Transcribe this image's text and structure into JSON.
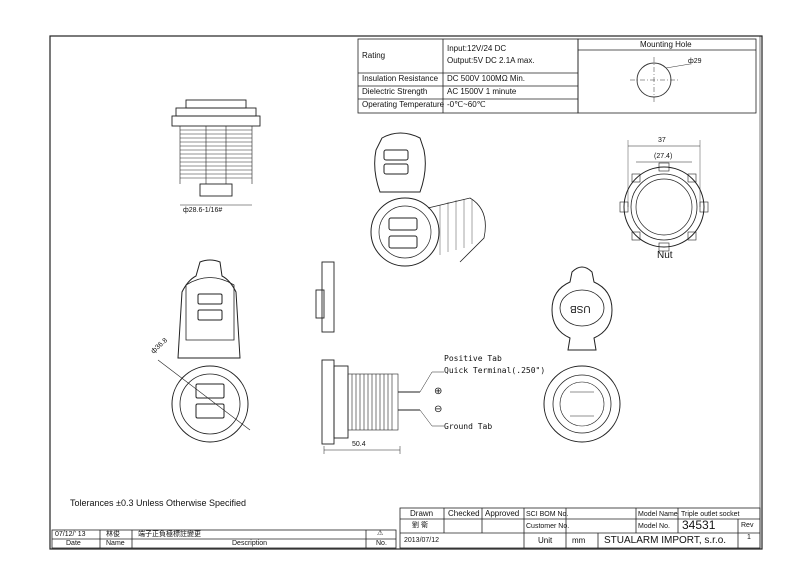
{
  "spec_table": {
    "rows": [
      {
        "name": "Rating",
        "value_line1": "Input:12V/24 DC",
        "value_line2": "Output:5V DC 2.1A max."
      },
      {
        "name": "Insulation Resistance",
        "value": "DC 500V 100MΩ Min."
      },
      {
        "name": "Dielectric Strength",
        "value": "AC 1500V 1 minute"
      },
      {
        "name": "Operating Temperature",
        "value": "-0℃~60℃"
      }
    ]
  },
  "mounting_hole": {
    "title": "Mounting Hole",
    "diameter_label": "ф29"
  },
  "nut": {
    "label": "Nut",
    "outer_dim": "37",
    "inner_dim": "(27.4)"
  },
  "side_view": {
    "thread_label": "ф28.6-1/16#"
  },
  "front_view": {
    "diameter_label": "ф36.8"
  },
  "section_view": {
    "length_label": "50.4",
    "positive_tab": "Positive Tab",
    "quick_terminal": "Quick Terminal(.250\")",
    "ground_tab": "Ground Tab",
    "plus_symbol": "⊕",
    "minus_symbol": "⊖"
  },
  "cap_view": {
    "cap_text": "USB"
  },
  "tolerances": "Tolerances ±0.3 Unless Otherwise Specified",
  "revision_block": {
    "date": "07/12/' 13",
    "name": "林俊",
    "description": "端子正負極標註變更",
    "no_symbol": "⚠",
    "headers": {
      "date": "Date",
      "name": "Name",
      "description": "Description",
      "no": "No."
    }
  },
  "title_block": {
    "drawn": "Drawn",
    "checked": "Checked",
    "approved": "Approved",
    "drawn_by": "劉 衛",
    "drawn_date": "2013/07/12",
    "sci_bom_no": "SCI BOM No.",
    "customer_no": "Customer No.",
    "unit": "Unit",
    "unit_value": "mm",
    "model_name_label": "Model Name",
    "model_name": "Triple outlet socket",
    "model_no_label": "Model No.",
    "model_no": "34531",
    "rev_label": "Rev",
    "rev_value": "1",
    "company": "STUALARM IMPORT, s.r.o."
  }
}
